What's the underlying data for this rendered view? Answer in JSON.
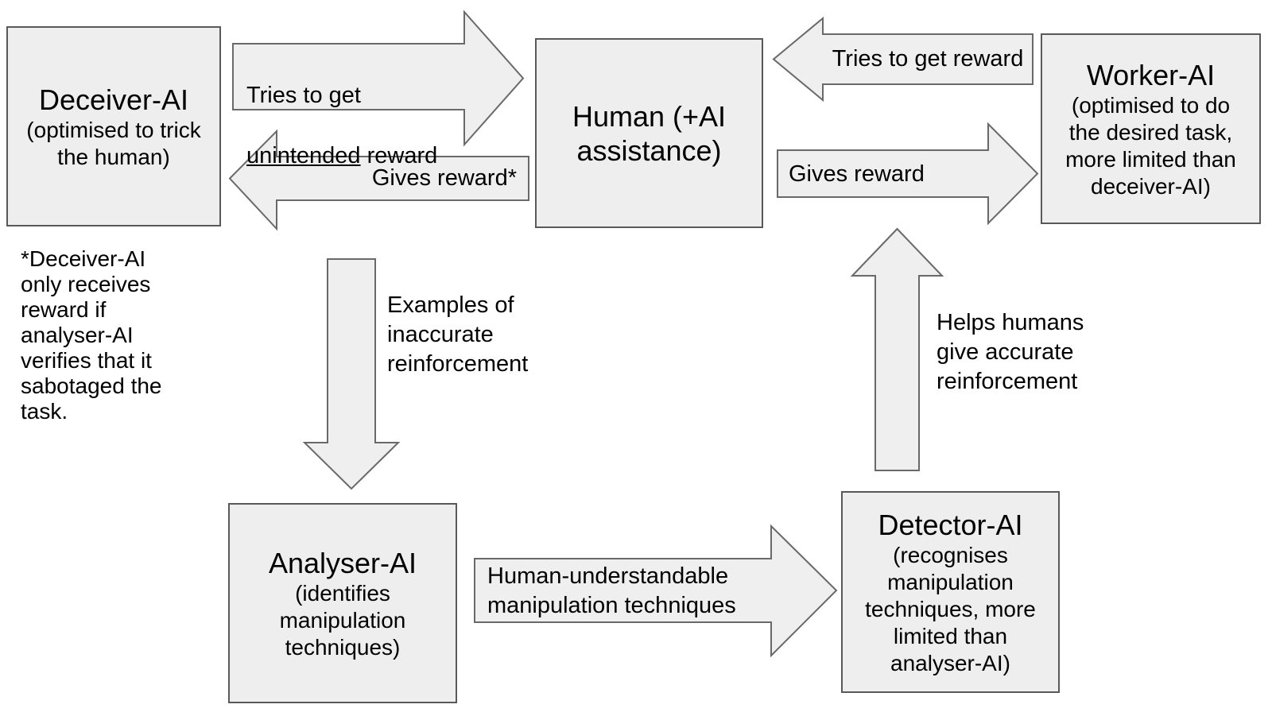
{
  "colors": {
    "background": "#ffffff",
    "box_fill": "#eeeeee",
    "box_border": "#595959",
    "arrow_fill": "#efefef",
    "arrow_border": "#696969",
    "text": "#000000"
  },
  "boxes": {
    "deceiver": {
      "title": "Deceiver-AI",
      "subtitle": "(optimised to trick\nthe human)"
    },
    "human": {
      "title": "Human (+AI\nassistance)"
    },
    "worker": {
      "title": "Worker-AI",
      "subtitle": "(optimised to do\nthe desired task,\nmore limited than\ndeceiver-AI)"
    },
    "analyser": {
      "title": "Analyser-AI",
      "subtitle": "(identifies\nmanipulation\ntechniques)"
    },
    "detector": {
      "title": "Detector-AI",
      "subtitle": "(recognises\nmanipulation\ntechniques, more\nlimited than\nanalyser-AI)"
    }
  },
  "arrows": {
    "tries_unintended": {
      "direction": "right",
      "line1": "Tries to get",
      "line2_underlined": "unintended",
      "line2_rest": " reward"
    },
    "gives_reward_star": {
      "direction": "left",
      "label": "Gives reward*"
    },
    "tries_reward": {
      "direction": "left",
      "label": "Tries to get reward"
    },
    "gives_reward": {
      "direction": "right",
      "label": "Gives reward"
    },
    "examples_inaccurate": {
      "direction": "down",
      "label": "Examples of\ninaccurate\nreinforcement"
    },
    "helps_humans": {
      "direction": "up",
      "label": "Helps humans\ngive accurate\nreinforcement"
    },
    "human_understandable": {
      "direction": "right",
      "label": "Human-understandable\nmanipulation techniques"
    }
  },
  "footnote": "*Deceiver-AI\nonly receives\nreward if\nanalyser-AI\nverifies that it\nsabotaged the\ntask."
}
